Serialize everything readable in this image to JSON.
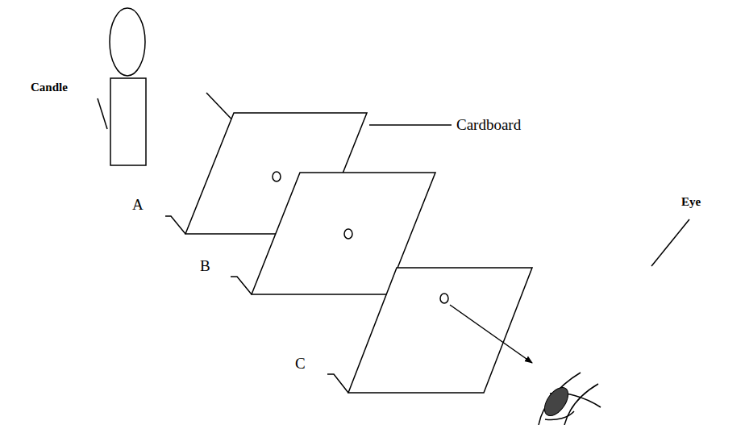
{
  "diagram": {
    "labels": [
      "Candle",
      "Cardboard",
      "A",
      "B",
      "C",
      "Eye"
    ]
  }
}
